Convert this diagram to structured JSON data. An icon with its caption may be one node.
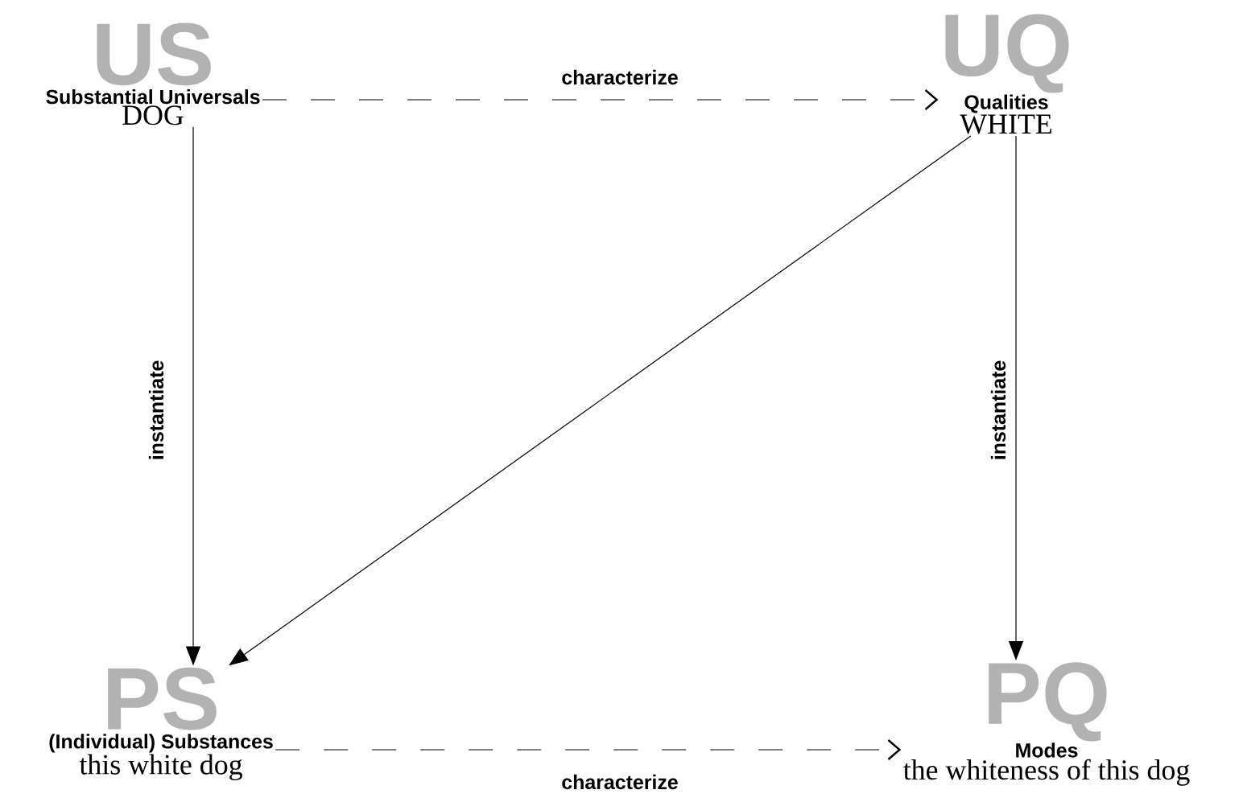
{
  "diagram": {
    "nodes": [
      {
        "text": [
          "US",
          "Substantial Universals",
          "DOG"
        ]
      },
      {
        "text": [
          "UQ",
          "Qualities",
          "WHITE"
        ]
      },
      {
        "text": [
          "PS",
          "(Individual) Substances",
          "this white dog"
        ]
      },
      {
        "text": [
          "PQ",
          "Modes",
          "the whiteness of this dog"
        ]
      }
    ],
    "edges": [
      {
        "from": 0,
        "to": 1,
        "arrow": "to",
        "label": "characterize",
        "style": "dashed"
      },
      {
        "from": 0,
        "to": 2,
        "arrow": "to",
        "label": "instantiate"
      },
      {
        "from": 1,
        "to": 2,
        "arrow": "to"
      },
      {
        "from": 1,
        "to": 3,
        "arrow": "to",
        "label": "instantiate"
      },
      {
        "from": 2,
        "to": 3,
        "arrow": "to",
        "label": "characterize",
        "style": "dashed"
      }
    ]
  }
}
